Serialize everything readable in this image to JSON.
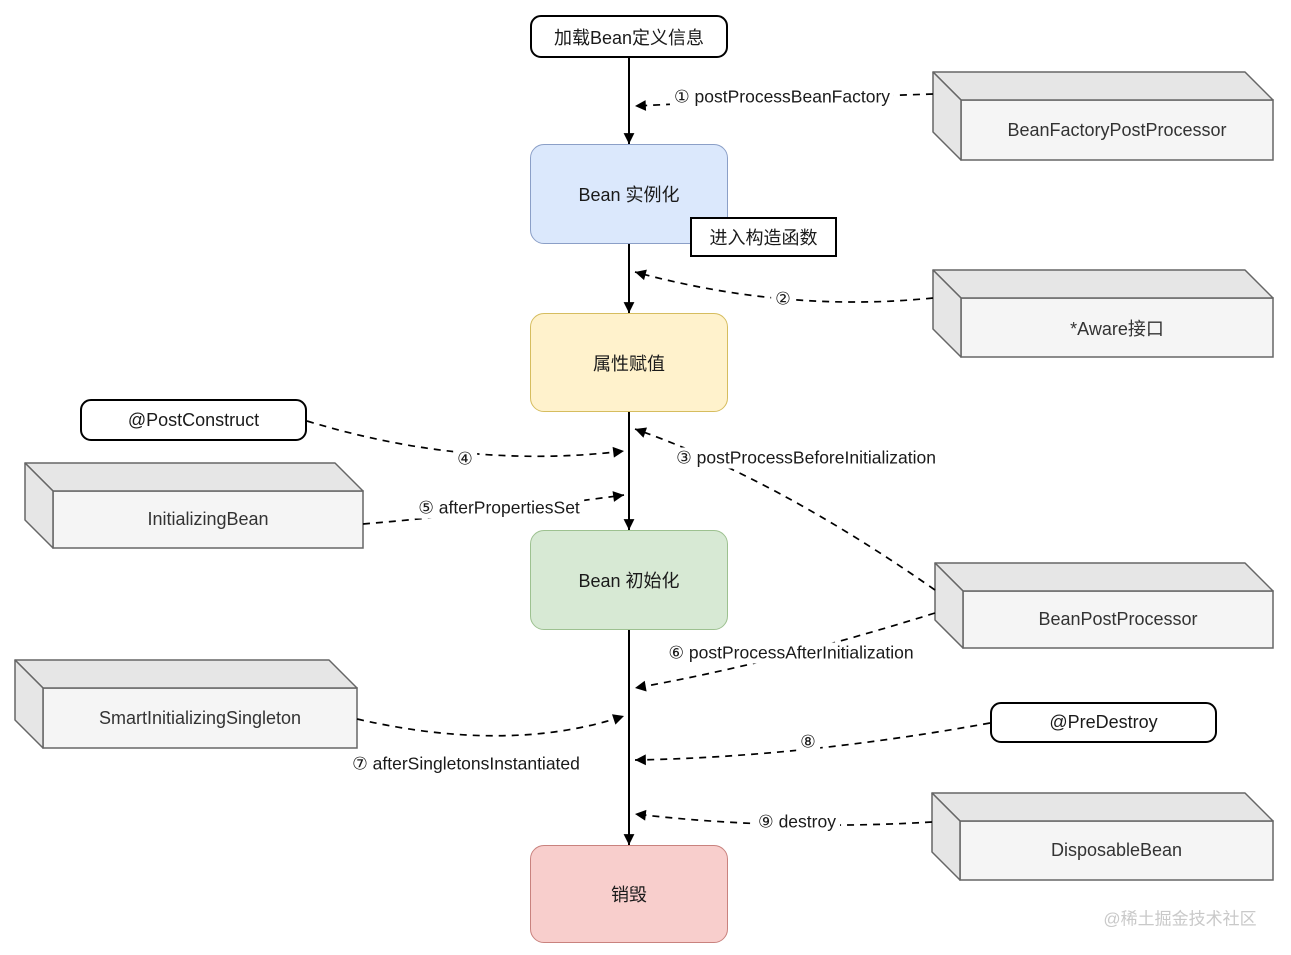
{
  "nodes": {
    "load_bean_definition": "加载Bean定义信息",
    "bean_instantiation": "Bean 实例化",
    "enter_constructor": "进入构造函数",
    "property_assignment": "属性赋值",
    "bean_initialization": "Bean 初始化",
    "destroy": "销毁"
  },
  "annotations": {
    "post_construct": "@PostConstruct",
    "pre_destroy": "@PreDestroy"
  },
  "interfaces": {
    "bean_factory_post_processor": "BeanFactoryPostProcessor",
    "aware": "*Aware接口",
    "bean_post_processor": "BeanPostProcessor",
    "initializing_bean": "InitializingBean",
    "smart_initializing_singleton": "SmartInitializingSingleton",
    "disposable_bean": "DisposableBean"
  },
  "edge_labels": {
    "step1": "① postProcessBeanFactory",
    "step2": "②",
    "step3": "③ postProcessBeforeInitialization",
    "step4": "④",
    "step5": "⑤ afterPropertiesSet",
    "step6": "⑥ postProcessAfterInitialization",
    "step7": "⑦ afterSingletonsInstantiated",
    "step8": "⑧",
    "step9": "⑨ destroy"
  },
  "watermark": "@稀土掘金技术社区",
  "colors": {
    "instantiation_fill": "#dbe8fc",
    "instantiation_stroke": "#8b9fc7",
    "property_fill": "#fff2cc",
    "property_stroke": "#d6bd5f",
    "initialization_fill": "#d7e9d4",
    "initialization_stroke": "#9dc190",
    "destroy_fill": "#f8cecc",
    "destroy_stroke": "#c9827e",
    "cube_front": "#f5f5f5",
    "cube_shade": "#e6e6e6",
    "cube_stroke": "#666666",
    "line": "#000000",
    "watermark": "#c9c9c9"
  }
}
